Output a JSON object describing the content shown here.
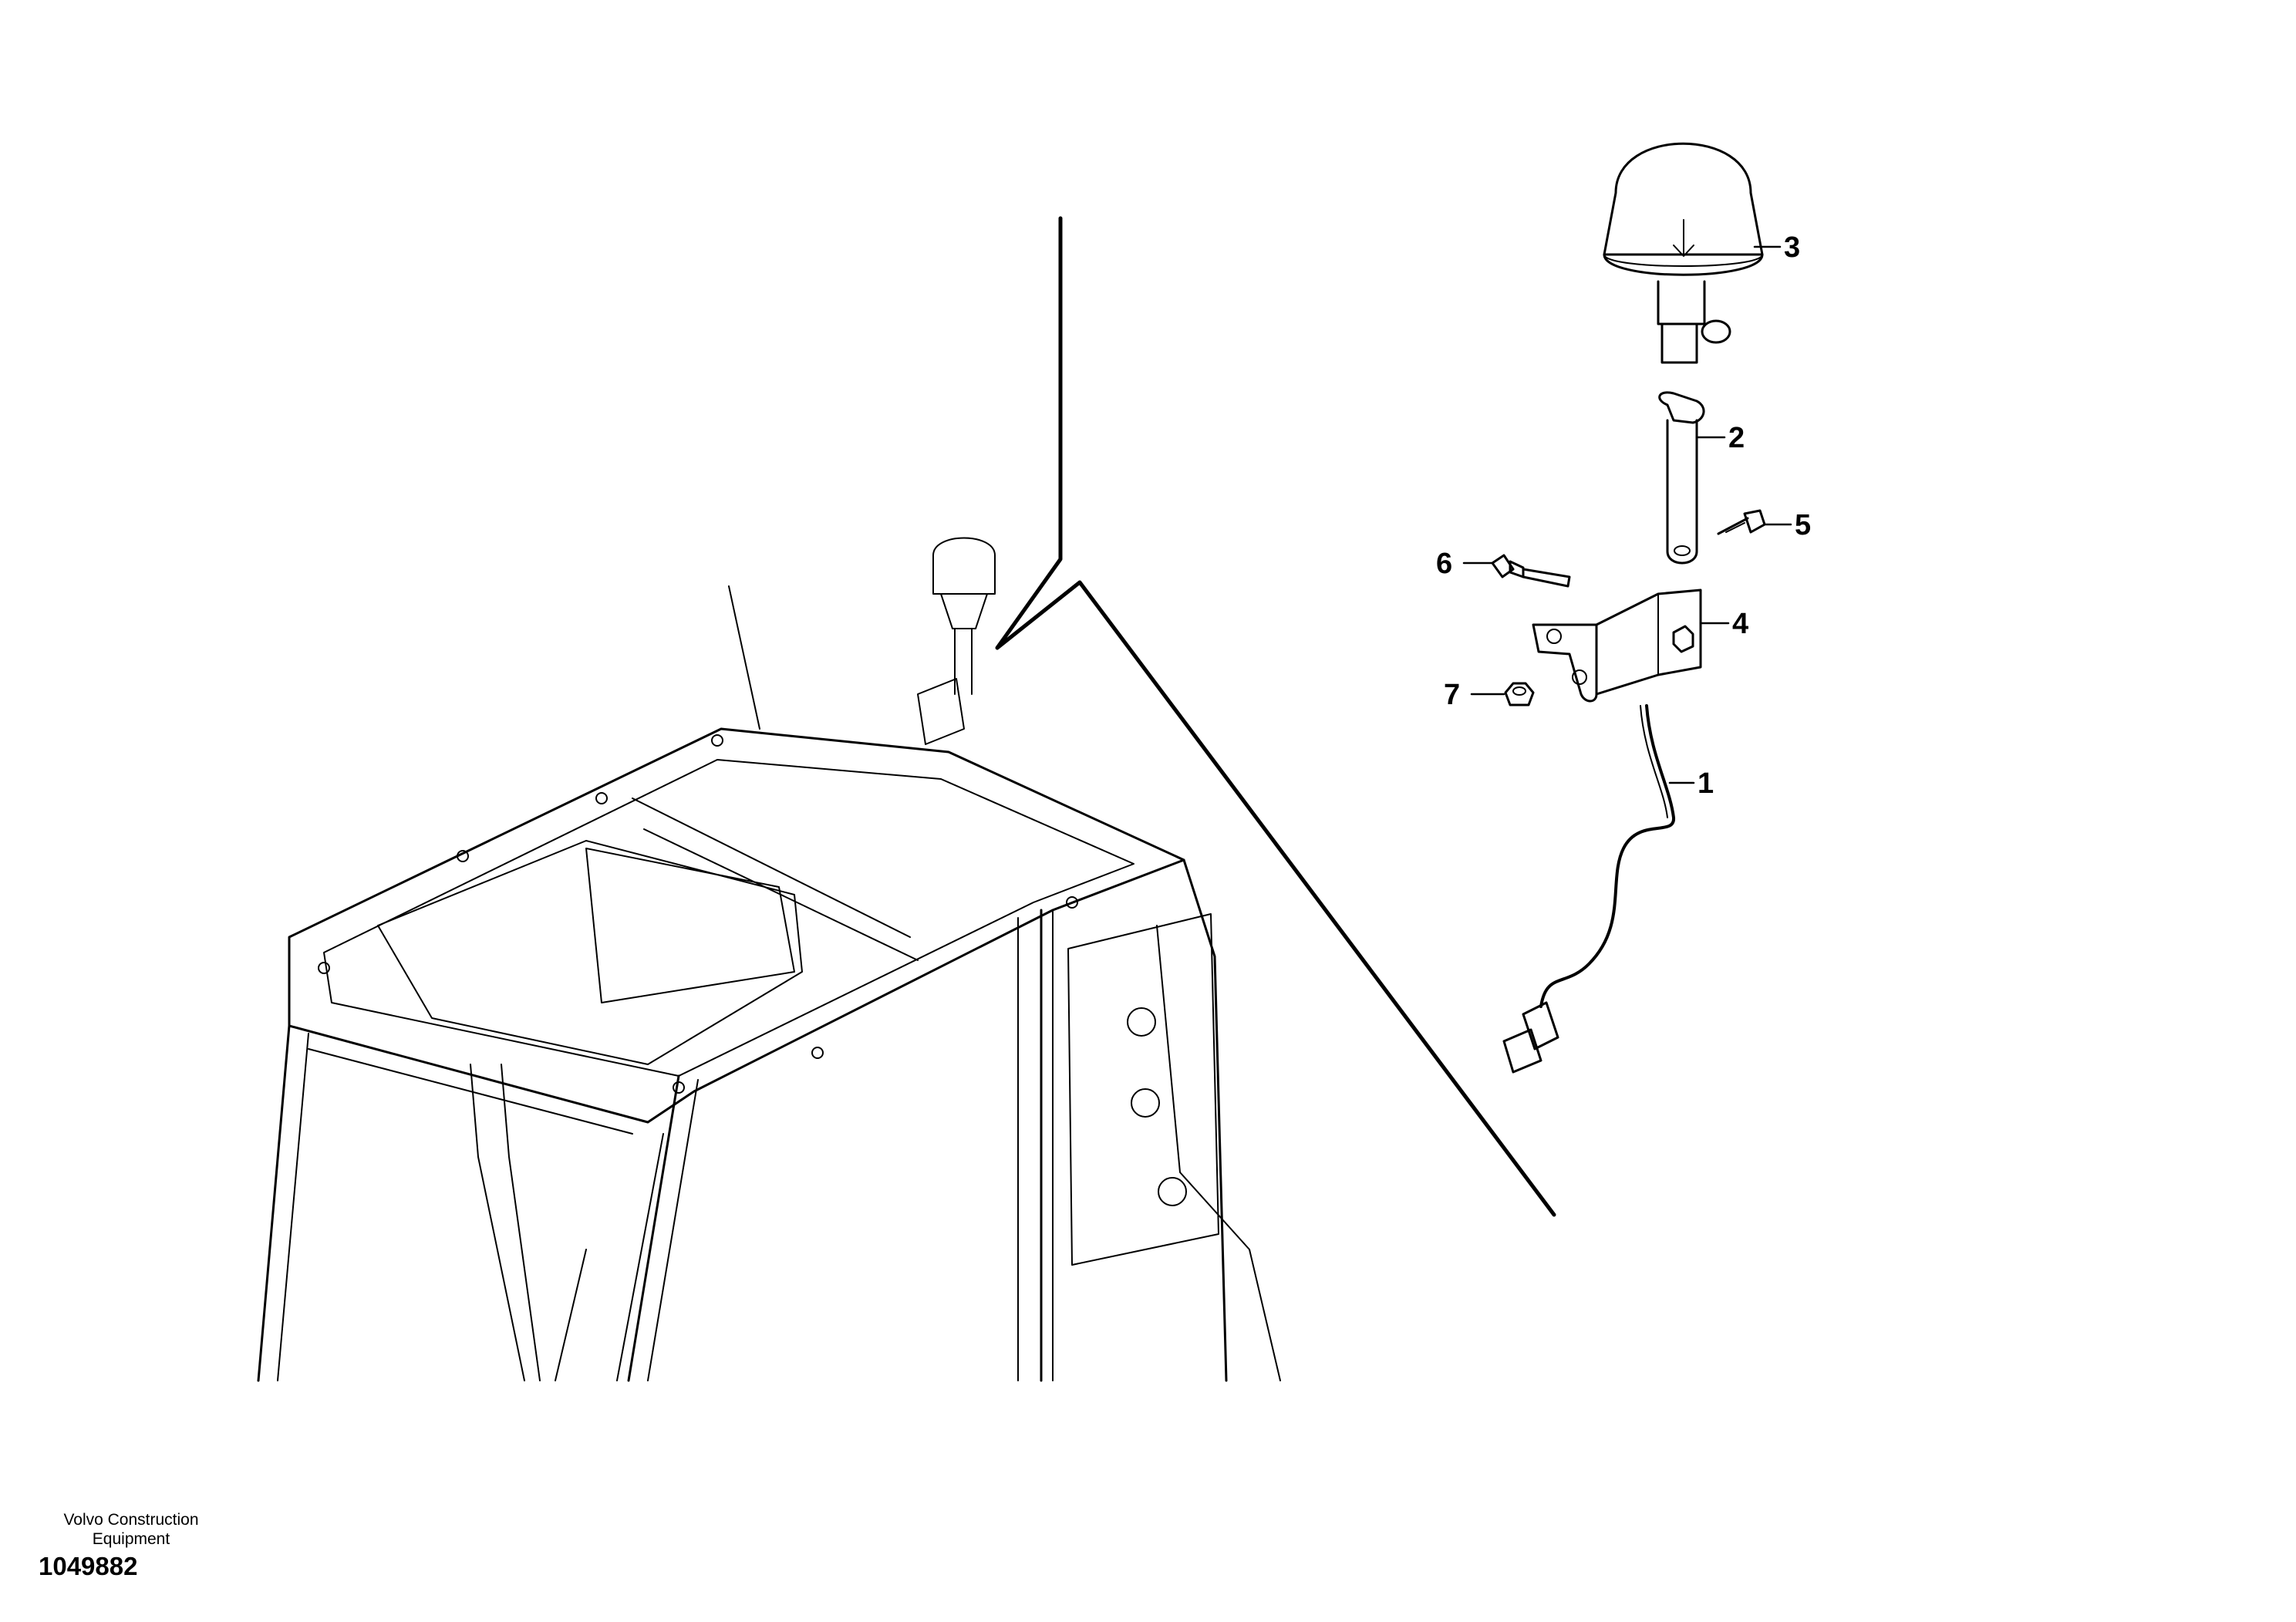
{
  "diagram": {
    "callouts": [
      {
        "id": "1",
        "label": "1"
      },
      {
        "id": "2",
        "label": "2"
      },
      {
        "id": "3",
        "label": "3"
      },
      {
        "id": "4",
        "label": "4"
      },
      {
        "id": "5",
        "label": "5"
      },
      {
        "id": "6",
        "label": "6"
      },
      {
        "id": "7",
        "label": "7"
      }
    ],
    "parts": [
      {
        "id": "1",
        "icon": "wire-harness-icon"
      },
      {
        "id": "2",
        "icon": "mounting-pin-icon"
      },
      {
        "id": "3",
        "icon": "rotating-beacon-icon"
      },
      {
        "id": "4",
        "icon": "bracket-icon"
      },
      {
        "id": "5",
        "icon": "screw-icon"
      },
      {
        "id": "6",
        "icon": "bolt-icon"
      },
      {
        "id": "7",
        "icon": "nut-icon"
      }
    ]
  },
  "footer": {
    "brand_line1": "Volvo Construction",
    "brand_line2": "Equipment",
    "doc_number": "1049882"
  }
}
